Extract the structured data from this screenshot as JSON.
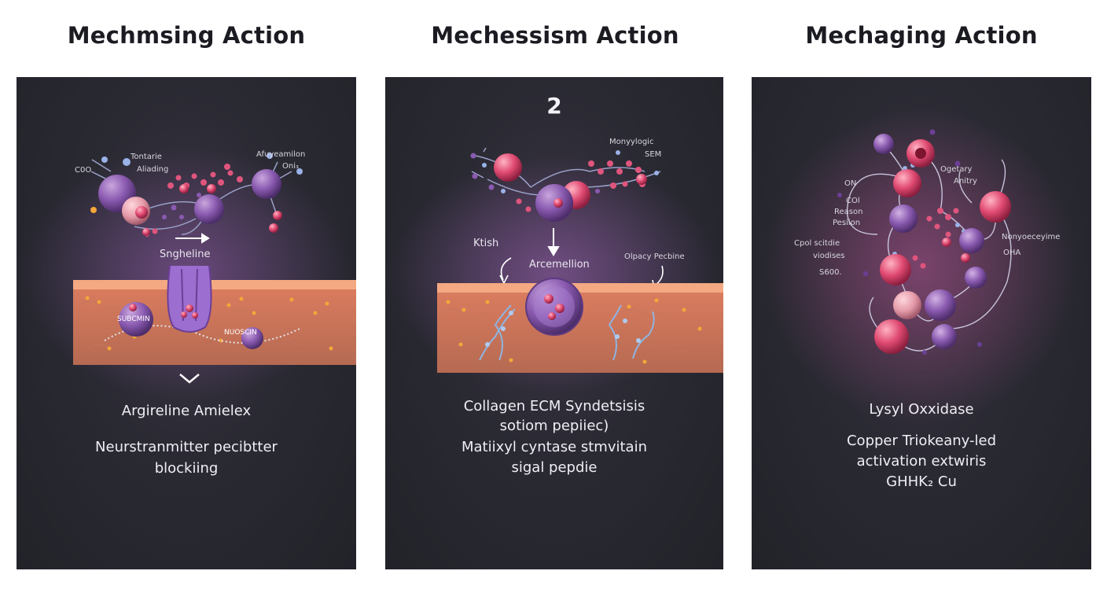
{
  "titles": [
    "Mechmsing Action",
    "Mechessism Action",
    "Mechaging Action"
  ],
  "panel1": {
    "labels": {
      "c00": "C0O",
      "tontarie": "Tontarie",
      "aliading": "Aliading",
      "afuyeamilon": "Afuyeamilon",
      "oni": "Oni₃",
      "sngheline": "Sngheline",
      "subcmn": "SUBCMIN",
      "nuoscin": "NUOSCIN"
    },
    "caption_title": "Argireline Amielex",
    "caption_l1": "Neurstranmitter pecibtter",
    "caption_l2": "blockiing"
  },
  "panel2": {
    "number": "2",
    "labels": {
      "monyylogic": "Monyylogic",
      "sem": "SEM",
      "ktish": "Ktish",
      "arcemellion": "Arcemellion",
      "olpacy": "Olpacy Pecbine"
    },
    "caption_l1": "Collagen ECM Syndetsisis",
    "caption_l2": "sotiom pepiiec)",
    "caption_l3": "Matiixyl cyntase stmvitain",
    "caption_l4": "sigal pepdie"
  },
  "panel3": {
    "labels": {
      "on": "ON",
      "col": "COl",
      "reason": "Reason",
      "pesiion": "Pesiion",
      "cpol": "Cpol scitdie",
      "viodises": "viodises",
      "s600": "S600.",
      "ogetary": "Ogetary",
      "anitry": "Anitry",
      "nonyo": "Nonyoeceyime",
      "oha": "OHA"
    },
    "caption_title": "Lysyl Oxxidase",
    "caption_l1": "Copper Triokeany-led",
    "caption_l2": "activation extwiris",
    "caption_l3": "GHHK₂ Cu"
  }
}
